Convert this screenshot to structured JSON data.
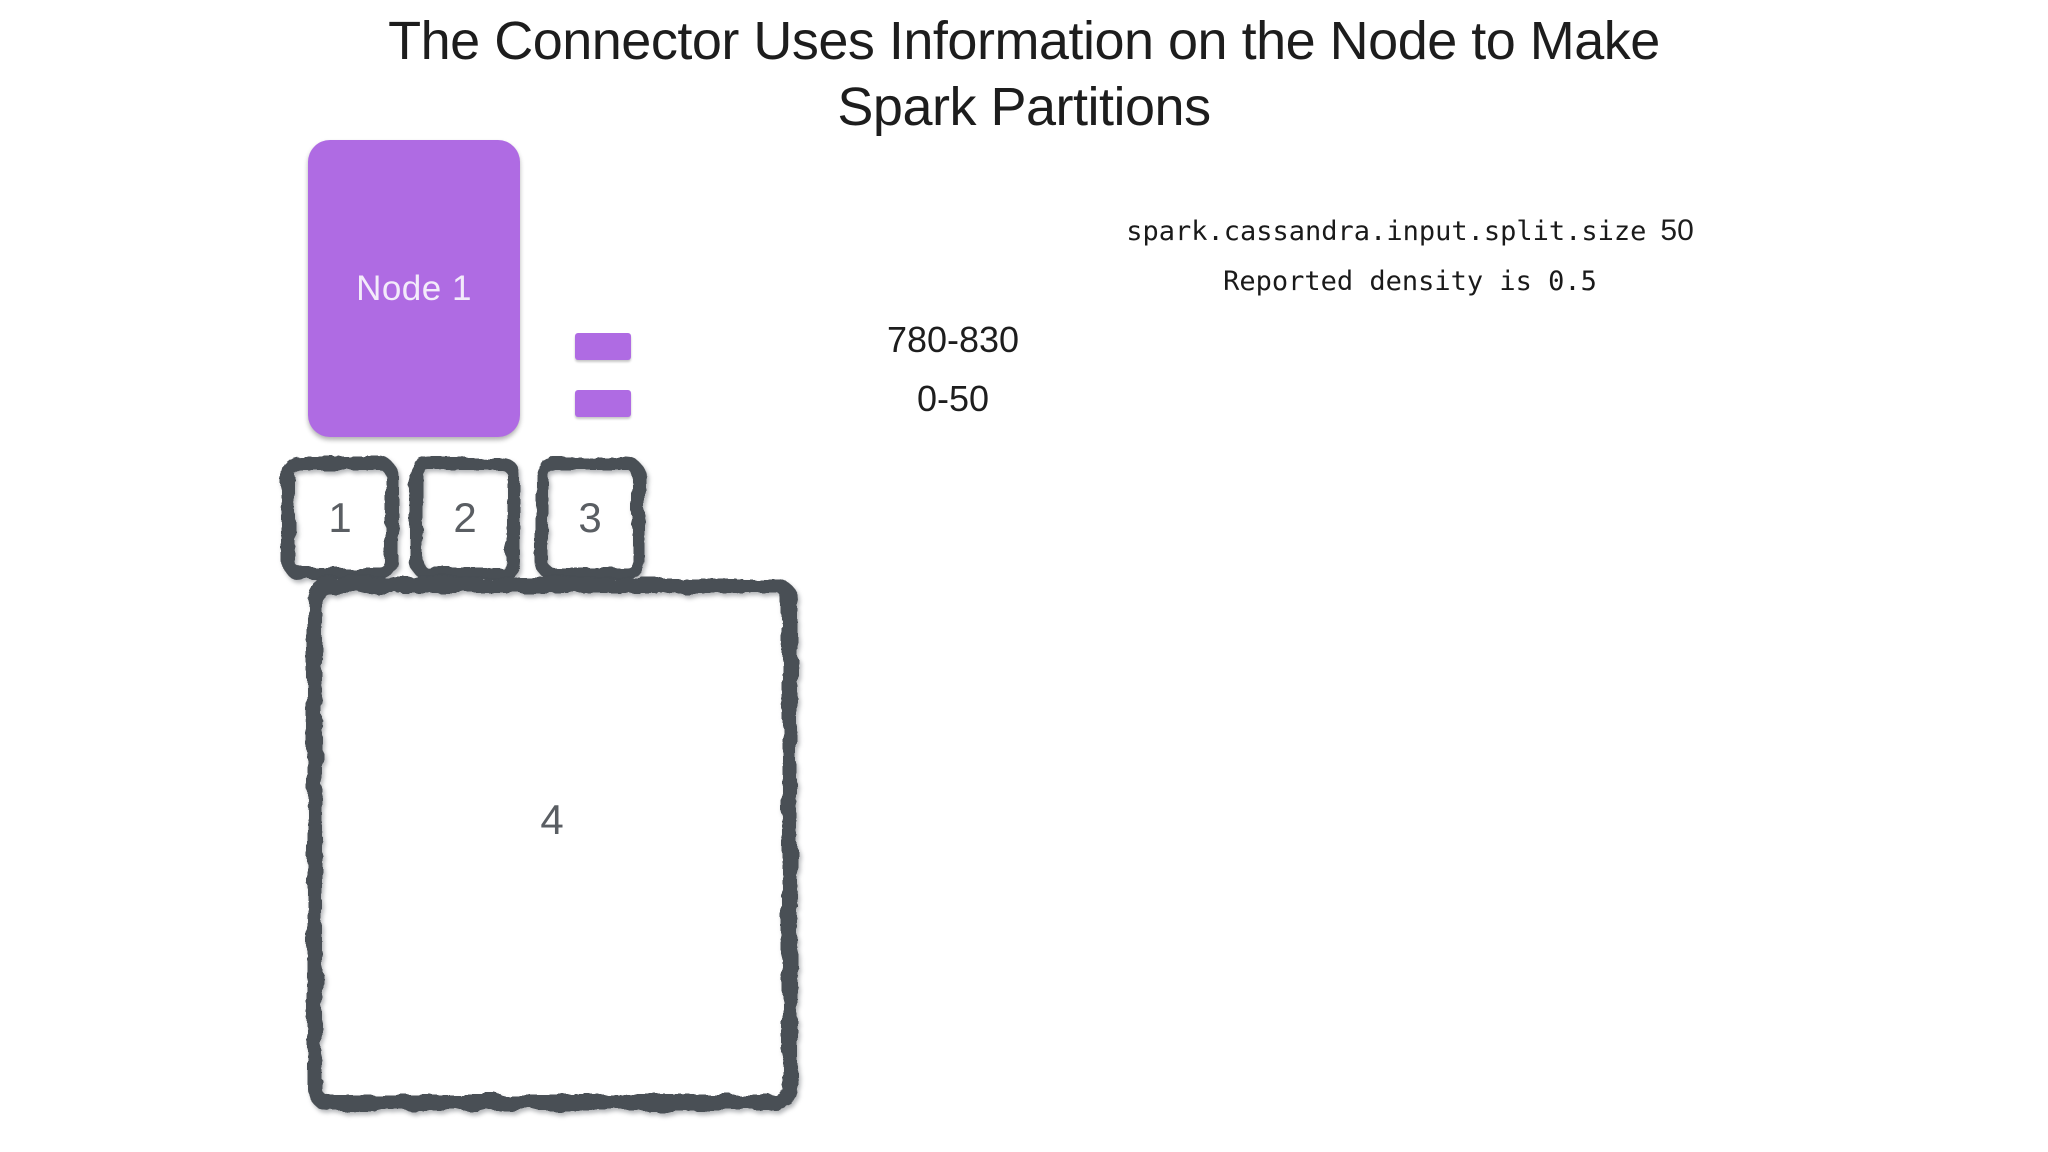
{
  "title": {
    "line1": "The Connector Uses Information on the Node to Make",
    "line2": "Spark Partitions"
  },
  "node": {
    "label": "Node 1"
  },
  "token_ranges": [
    {
      "label": "780-830"
    },
    {
      "label": "0-50"
    }
  ],
  "config": {
    "key": "spark.cassandra.input.split.size",
    "value": "50"
  },
  "density": {
    "text": "Reported density is 0.5"
  },
  "partitions": [
    {
      "label": "1"
    },
    {
      "label": "2"
    },
    {
      "label": "3"
    },
    {
      "label": "4"
    }
  ],
  "colors": {
    "accent_purple": "#AF6BE3",
    "sketch_border": "#4A4F54",
    "number_gray": "#5A5E63",
    "title_text": "#1D1D1D"
  }
}
